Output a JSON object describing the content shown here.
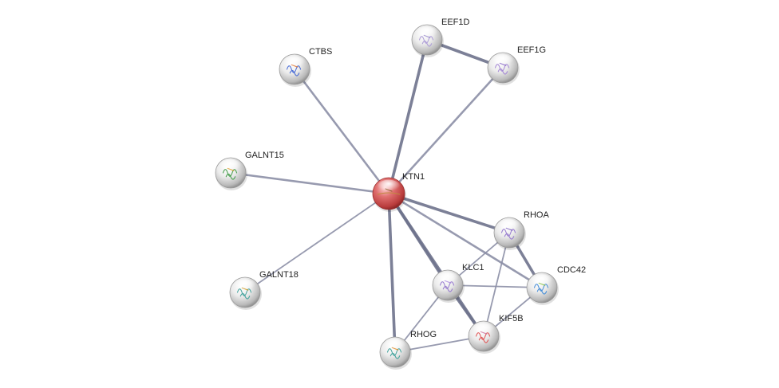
{
  "network": {
    "nodes": [
      {
        "id": "KTN1",
        "label": "KTN1",
        "query": true
      },
      {
        "id": "EEF1D",
        "label": "EEF1D"
      },
      {
        "id": "EEF1G",
        "label": "EEF1G"
      },
      {
        "id": "CTBS",
        "label": "CTBS"
      },
      {
        "id": "GALNT15",
        "label": "GALNT15"
      },
      {
        "id": "GALNT18",
        "label": "GALNT18"
      },
      {
        "id": "RHOA",
        "label": "RHOA"
      },
      {
        "id": "KLC1",
        "label": "KLC1"
      },
      {
        "id": "CDC42",
        "label": "CDC42"
      },
      {
        "id": "KIF5B",
        "label": "KIF5B"
      },
      {
        "id": "RHOG",
        "label": "RHOG"
      }
    ],
    "edges": [
      {
        "source": "KTN1",
        "target": "EEF1D",
        "weight": 3
      },
      {
        "source": "KTN1",
        "target": "EEF1G",
        "weight": 2
      },
      {
        "source": "EEF1D",
        "target": "EEF1G",
        "weight": 3
      },
      {
        "source": "KTN1",
        "target": "CTBS",
        "weight": 2
      },
      {
        "source": "KTN1",
        "target": "GALNT15",
        "weight": 2
      },
      {
        "source": "KTN1",
        "target": "GALNT18",
        "weight": 1
      },
      {
        "source": "KTN1",
        "target": "RHOA",
        "weight": 3
      },
      {
        "source": "KTN1",
        "target": "CDC42",
        "weight": 2
      },
      {
        "source": "KTN1",
        "target": "KLC1",
        "weight": 3
      },
      {
        "source": "KTN1",
        "target": "KIF5B",
        "weight": 3
      },
      {
        "source": "KTN1",
        "target": "RHOG",
        "weight": 3
      },
      {
        "source": "RHOA",
        "target": "CDC42",
        "weight": 3
      },
      {
        "source": "RHOA",
        "target": "KLC1",
        "weight": 1
      },
      {
        "source": "RHOA",
        "target": "KIF5B",
        "weight": 1
      },
      {
        "source": "KLC1",
        "target": "CDC42",
        "weight": 1
      },
      {
        "source": "KLC1",
        "target": "KIF5B",
        "weight": 3
      },
      {
        "source": "KLC1",
        "target": "RHOG",
        "weight": 1
      },
      {
        "source": "CDC42",
        "target": "KIF5B",
        "weight": 1
      },
      {
        "source": "RHOG",
        "target": "KIF5B",
        "weight": 1
      }
    ],
    "colors": {
      "edge": "#8c8fa6",
      "node_default": "#e8e8e8",
      "node_query": "#d85c5c",
      "label": "#222222"
    }
  }
}
